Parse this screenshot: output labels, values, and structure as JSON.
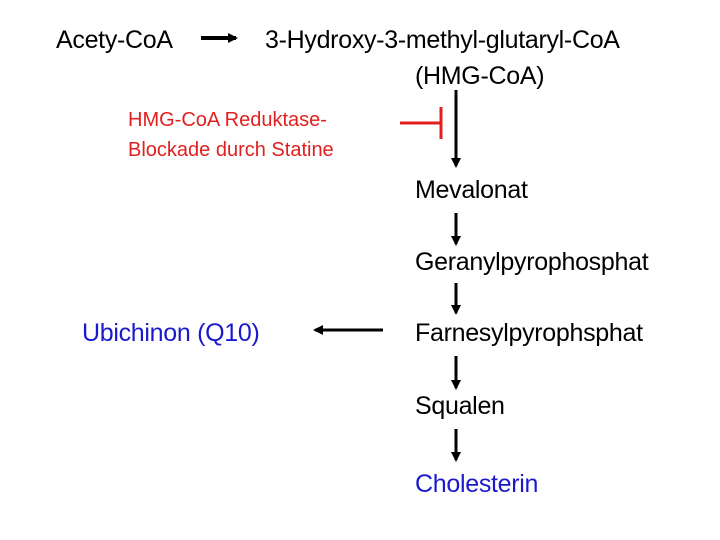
{
  "diagram": {
    "nodes": {
      "acetyl_coa": "Acety-CoA",
      "hmg_coa_name": "3-Hydroxy-3-methyl-glutaryl-CoA",
      "hmg_coa_abbr": "(HMG-CoA)",
      "mevalonat": "Mevalonat",
      "geranyl": "Geranylpyrophosphat",
      "farnesyl": "Farnesylpyrophsphat",
      "squalen": "Squalen",
      "cholesterin": "Cholesterin",
      "ubichinon": "Ubichinon (Q10)"
    },
    "inhibition": {
      "line1": "HMG-CoA Reduktase-",
      "line2": "Blockade durch Statine"
    },
    "colors": {
      "text": "#000000",
      "highlight": "#1a1acc",
      "inhibition": "#e02020"
    }
  }
}
